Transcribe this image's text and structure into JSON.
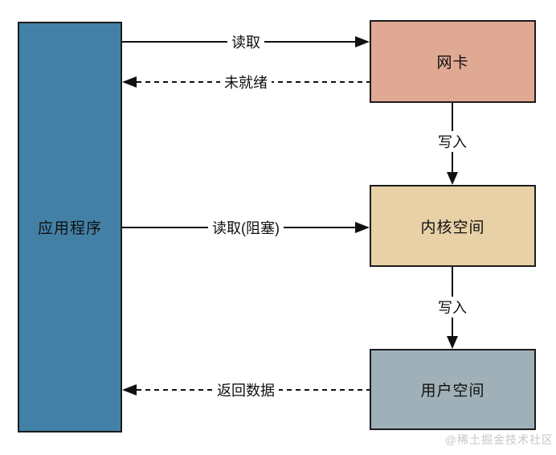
{
  "diagram": {
    "title_implied": "blocking-io-flow",
    "background": "#ffffff",
    "line_color": "#111111",
    "nodes": {
      "app": {
        "label": "应用程序",
        "fill": "#4380a6"
      },
      "nic": {
        "label": "网卡",
        "fill": "#dfa993"
      },
      "kernel": {
        "label": "内核空间",
        "fill": "#e8d1a7"
      },
      "user": {
        "label": "用户空间",
        "fill": "#9fb0b8"
      }
    },
    "edges": {
      "read": {
        "label": "读取",
        "style": "solid",
        "from": "app",
        "to": "nic"
      },
      "not_ready": {
        "label": "未就绪",
        "style": "dashed",
        "from": "nic",
        "to": "app"
      },
      "write_nic_kernel": {
        "label": "写入",
        "style": "solid",
        "from": "nic",
        "to": "kernel"
      },
      "read_blocking": {
        "label": "读取(阻塞)",
        "style": "solid",
        "from": "app",
        "to": "kernel"
      },
      "write_kernel_user": {
        "label": "写入",
        "style": "solid",
        "from": "kernel",
        "to": "user"
      },
      "return_data": {
        "label": "返回数据",
        "style": "dashed",
        "from": "user",
        "to": "app"
      }
    },
    "watermark": "@稀土掘金技术社区"
  }
}
